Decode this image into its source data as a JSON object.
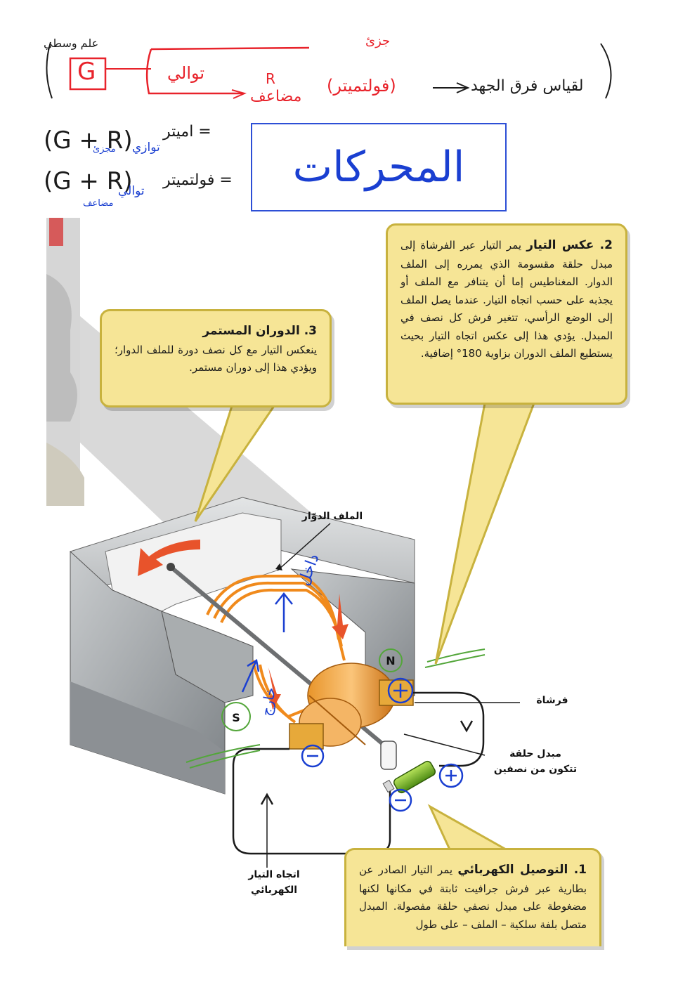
{
  "notes": {
    "top_fragment_1": "جزئ",
    "top_fragment_2": "علم وسطي",
    "galvanometer_letter": "G",
    "series": "توالي",
    "voltmeter": "(فولتميتر)",
    "multiplier": "مضاعف",
    "multiplier_letter": "R",
    "measure_voltage": "لقياس فرق الجهد",
    "ammeter_formula": "(G + R)",
    "ammeter_label": "اميتر =",
    "ammeter_conn": "توازي",
    "ammeter_part": "مجزئ",
    "voltmeter_formula": "(G + R)",
    "voltmeter_label": "فولتميتر =",
    "voltmeter_conn": "توالي",
    "voltmeter_part": "مضاعف"
  },
  "title": "المحركات",
  "callouts": {
    "c2": {
      "head": "2. عكس التيار",
      "body": "يمر التيار عبر الفرشاة إلى مبدل حلقة مقسومة الذي يمرره إلى الملف الدوار. المغناطيس إما أن يتنافر مع الملف أو يجذبه على حسب اتجاه التيار. عندما يصل الملف إلى الوضع الرأسي، تتغير فرش كل نصف في المبدل. يؤدي هذا إلى عكس اتجاه التيار بحيث يستطيع الملف الدوران بزاوية 180° إضافية."
    },
    "c3": {
      "head": "3. الدوران المستمر",
      "body": "ينعكس التيار مع كل نصف دورة للملف الدوار؛ ويؤدي هذا إلى دوران مستمر."
    },
    "c1": {
      "head": "1. التوصيل الكهربائي",
      "body": "يمر التيار الصادر عن بطارية عبر فرش جرافيت ثابتة في مكانها لكنها مضغوطة على مبدل نصفي حلقة مفصولة. المبدل متصل بلفة سلكية – الملف – على طول"
    }
  },
  "labels": {
    "coil": "الملف الدوّار",
    "brush": "فرشاة",
    "commutator_1": "مبدل حلقة",
    "commutator_2": "تتكون من نصفين",
    "current_dir_1": "اتجاه التيار",
    "current_dir_2": "الكهربائي",
    "pole_n": "N",
    "pole_s": "S"
  },
  "annotations": {
    "inside": "داخل",
    "outside": "خارج",
    "plus": "+",
    "minus": "−"
  },
  "colors": {
    "red_ink": "#e8232b",
    "blue_ink": "#1a3fd1",
    "callout_fill": "#f6e596",
    "callout_border": "#c8b23e",
    "magnet_gray": "#9ea2a6",
    "coil_orange": "#f08a1c"
  }
}
